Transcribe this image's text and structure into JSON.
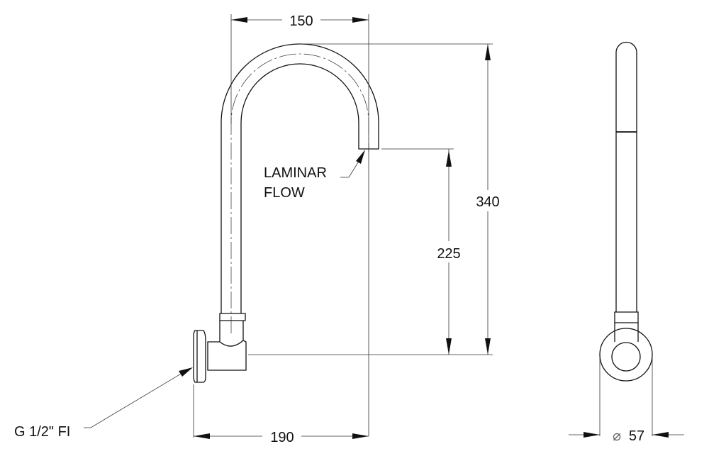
{
  "drawing": {
    "dimensions": {
      "spout_reach": "150",
      "overall_height": "340",
      "outlet_height": "225",
      "projection": "190",
      "flange_diameter_symbol": "⌀",
      "flange_diameter": "57"
    },
    "callouts": {
      "laminar_line1": "LAMINAR",
      "laminar_line2": "FLOW",
      "inlet": "G 1/2\" FI"
    }
  }
}
